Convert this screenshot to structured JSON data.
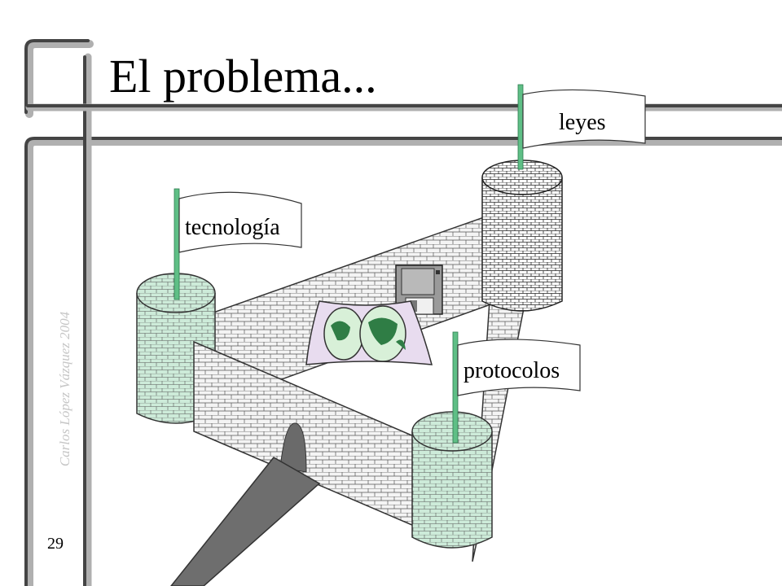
{
  "slide": {
    "title": "El problema...",
    "author": "Carlos López Vázquez 2004",
    "page_number": "29"
  },
  "flags": [
    {
      "id": "tecnologia",
      "label": "tecnología"
    },
    {
      "id": "leyes",
      "label": "leyes"
    },
    {
      "id": "protocolos",
      "label": "protocolos"
    }
  ],
  "colors": {
    "frame": "#4a4a4a",
    "frame_shadow": "#a9a9a9",
    "green_tower": "#c8ead6",
    "dark_tower": "#ffffff",
    "brick_line": "#444444",
    "flag_pole": "#2e8b57",
    "wall_fill": "#f3f3f3",
    "ramp": "#6e6e6e",
    "scroll": "#e9dff0"
  }
}
